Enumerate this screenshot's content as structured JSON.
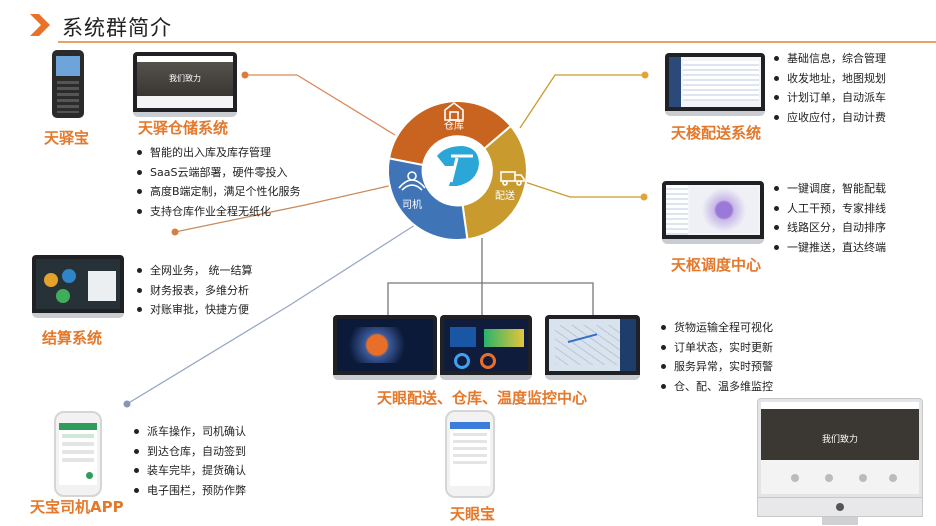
{
  "header": {
    "title": "系统群简介"
  },
  "hub": {
    "segments": {
      "warehouse": "仓库",
      "delivery": "配送",
      "driver": "司机"
    },
    "colors": {
      "warehouse": "#c8641f",
      "delivery": "#c99a2e",
      "driver": "#3f74b7"
    }
  },
  "systems": {
    "tianyibao": {
      "label": "天驿宝"
    },
    "warehouse": {
      "label": "天驿仓储系统",
      "bullets": [
        "智能的出入库及库存管理",
        "SaaS云端部署，硬件零投入",
        "高度B端定制，满足个性化服务",
        "支持仓库作业全程无纸化"
      ],
      "screen_text": "我们致力"
    },
    "settlement": {
      "label": "结算系统",
      "bullets": [
        "全网业务， 统一结算",
        "财务报表，多维分析",
        "对账审批，快捷方便"
      ]
    },
    "driver_app": {
      "label": "天宝司机APP",
      "bullets": [
        "派车操作，司机确认",
        "到达仓库，自动签到",
        "装车完毕，提货确认",
        "电子围栏，预防作弊"
      ]
    },
    "tianyanbao": {
      "label": "天眼宝"
    },
    "monitor": {
      "label": "天眼配送、仓库、温度监控中心",
      "bullets": [
        "货物运输全程可视化",
        "订单状态，实时更新",
        "服务异常，实时预警",
        "仓、配、温多维监控"
      ]
    },
    "distribution": {
      "label": "天梭配送系统",
      "bullets": [
        "基础信息，综合管理",
        "收发地址，地图规划",
        "计划订单，自动派车",
        "应收应付，自动计费"
      ]
    },
    "dispatch": {
      "label": "天枢调度中心",
      "bullets": [
        "一键调度，智能配载",
        "人工干预，专家排线",
        "线路区分，自动排序",
        "一键推送，直达终端"
      ]
    },
    "desktop": {
      "screen_text": "我们致力"
    }
  }
}
